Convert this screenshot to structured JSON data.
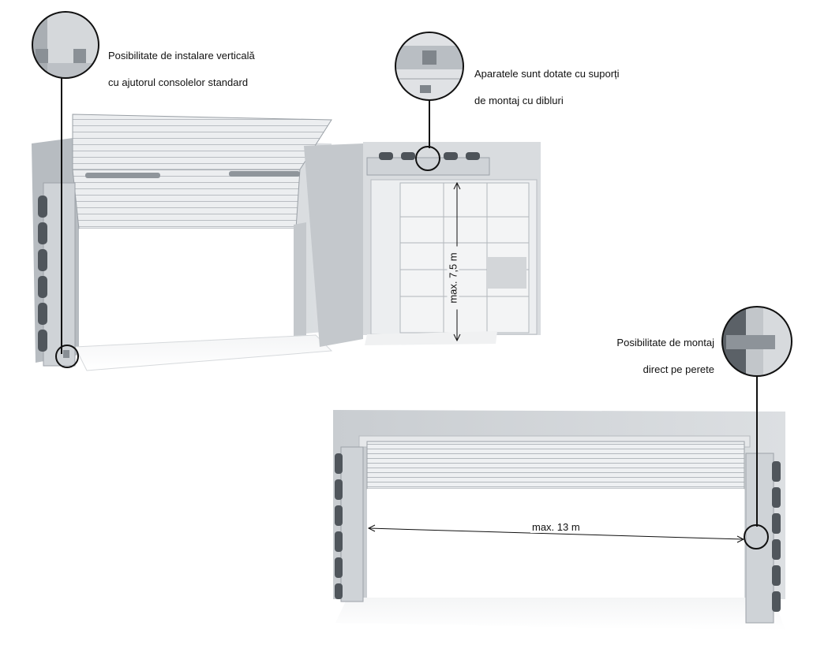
{
  "callouts": {
    "vertical_install": {
      "line1": "Posibilitate de instalare verticală",
      "line2": "cu ajutorul consolelor standard"
    },
    "mount_brackets": {
      "line1": "Aparatele sunt dotate cu suporți",
      "line2": "de montaj  cu dibluri"
    },
    "wall_mount": {
      "line1": "Posibilitate de montaj",
      "line2": "direct pe perete"
    }
  },
  "dimensions": {
    "max_height": "max. 7,5 m",
    "max_width": "max. 13 m"
  },
  "colors": {
    "wall": "#d4d7da",
    "shutter": "#e6e8ea",
    "frame": "#c8ccd0",
    "unit_dark": "#4a4f55",
    "line": "#111111"
  }
}
